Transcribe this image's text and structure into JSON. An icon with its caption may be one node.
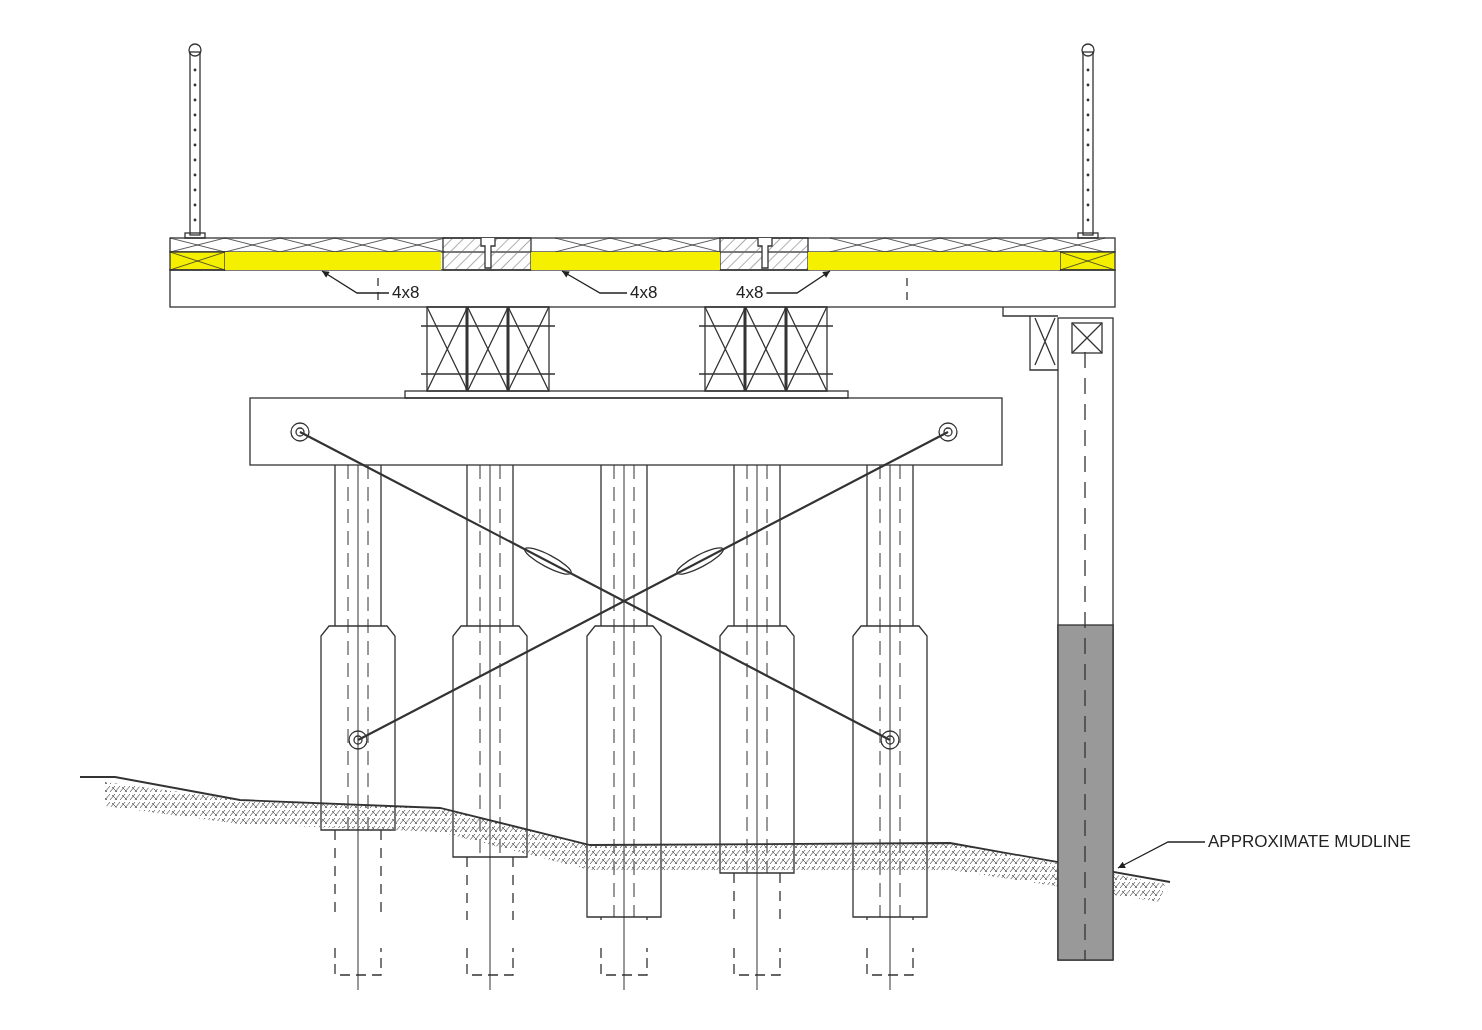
{
  "diagram": {
    "nodes": [
      {
        "text": [],
        "shape": "bar"
      },
      {
        "text": [],
        "shape": "bar"
      },
      {
        "text": [],
        "shape": "bar"
      },
      {
        "text": [
          "4x8"
        ]
      },
      {
        "text": [
          "4x8"
        ]
      },
      {
        "text": [
          "4x8"
        ]
      },
      {
        "text": [
          "APPROXIMATE MUDLINE"
        ]
      }
    ],
    "edges": [
      {
        "from": 3,
        "to": 0,
        "arrow": "to"
      },
      {
        "from": 4,
        "to": 1,
        "arrow": "to"
      },
      {
        "from": 5,
        "to": 2,
        "arrow": "to"
      },
      {
        "from": 6,
        "to": null,
        "arrow": "to"
      }
    ]
  }
}
